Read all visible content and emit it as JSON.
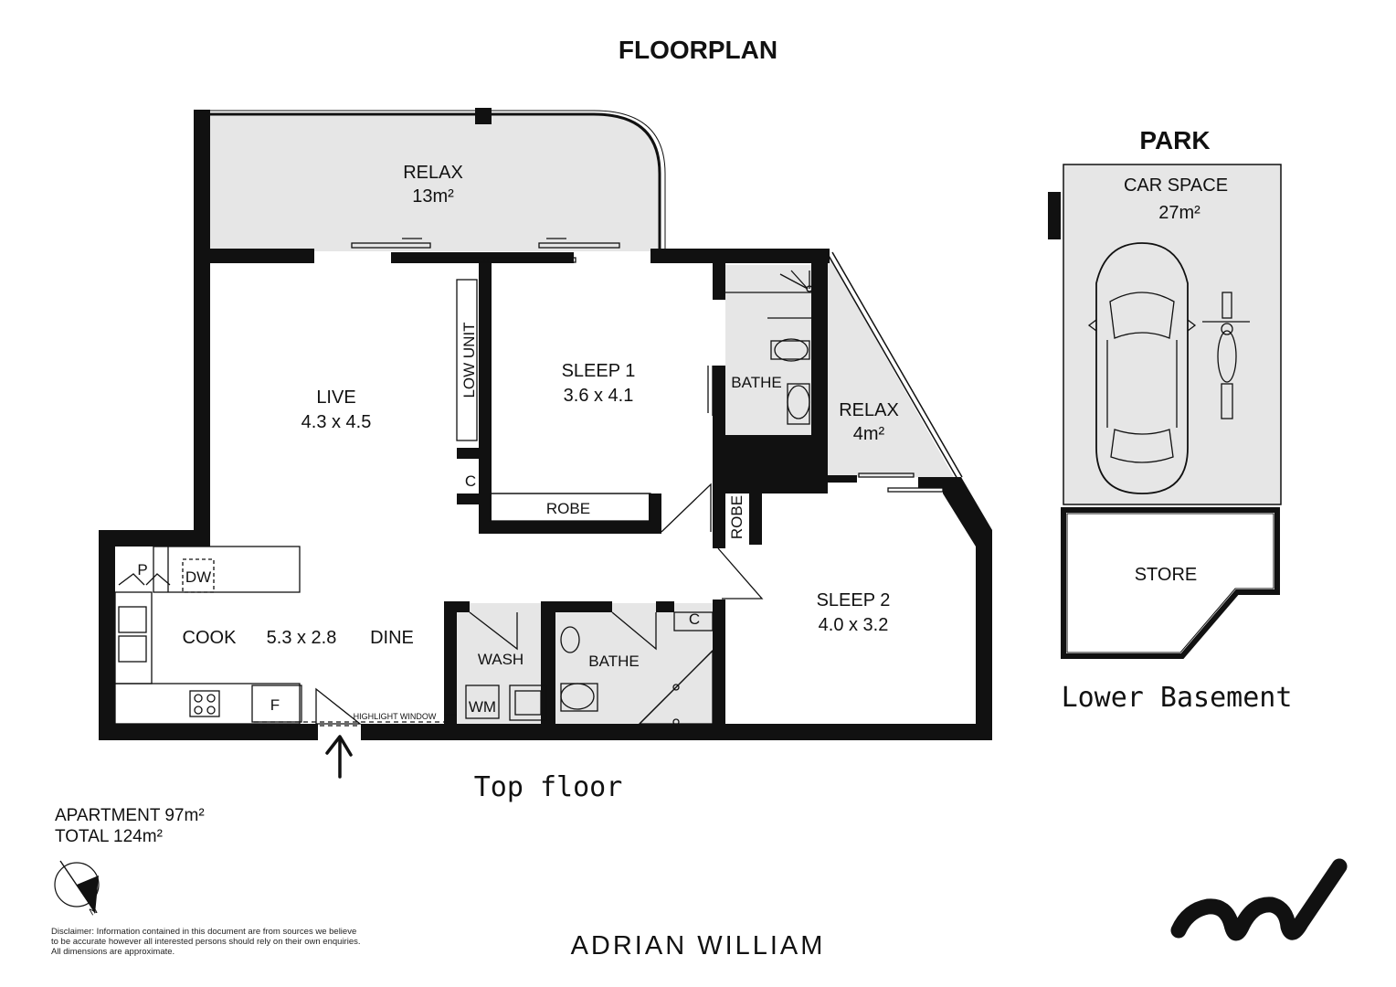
{
  "title": "FLOORPLAN",
  "top_floor": {
    "caption": "Top floor",
    "rooms": {
      "relax_main": {
        "name": "RELAX",
        "size": "13m²"
      },
      "live": {
        "name": "LIVE",
        "size": "4.3 x 4.5"
      },
      "low_unit": "LOW UNIT",
      "sleep1": {
        "name": "SLEEP 1",
        "size": "3.6 x 4.1"
      },
      "bathe_ensuite": "BATHE",
      "relax_small": {
        "name": "RELAX",
        "size": "4m²"
      },
      "robe1": "ROBE",
      "robe2": "ROBE",
      "cupboard1": "C",
      "cupboard2": "C",
      "pantry": "P",
      "dishwasher": "DW",
      "cook": "COOK",
      "cook_size": "5.3 x 2.8",
      "dine": "DINE",
      "fridge": "F",
      "wash": "WASH",
      "washing_machine": "WM",
      "bathe_main": "BATHE",
      "sleep2": {
        "name": "SLEEP 2",
        "size": "4.0 x 3.2"
      }
    },
    "highlight_window": "HIGHLIGHT WINDOW"
  },
  "park": {
    "title": "PARK",
    "car_space": {
      "name": "CAR SPACE",
      "size": "27m²"
    },
    "store": "STORE",
    "caption": "Lower Basement"
  },
  "stats": {
    "apartment": "APARTMENT 97m²",
    "total": "TOTAL 124m²"
  },
  "disclaimer": [
    "Disclaimer: Information contained in this document are from sources we believe",
    "to be accurate however all interested persons should rely on their own enquiries.",
    "All dimensions are approximate."
  ],
  "brand": "ADRIAN WILLIAM",
  "compass_letter": "N",
  "colors": {
    "wall": "#111111",
    "shaded": "#e6e6e6",
    "background": "#ffffff"
  }
}
